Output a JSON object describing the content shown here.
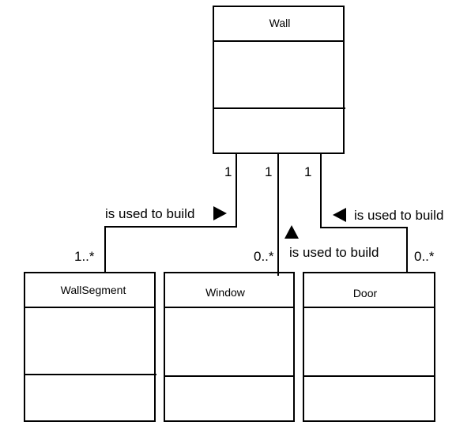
{
  "classes": {
    "wall": "Wall",
    "wallsegment": "WallSegment",
    "window": "Window",
    "door": "Door"
  },
  "associations": {
    "wallsegment": {
      "label": "is used to build",
      "wall_multiplicity": "1",
      "part_multiplicity": "1..*"
    },
    "window": {
      "label": "is used to build",
      "wall_multiplicity": "1",
      "part_multiplicity": "0..*"
    },
    "door": {
      "label": "is used to build",
      "wall_multiplicity": "1",
      "part_multiplicity": "0..*"
    }
  }
}
